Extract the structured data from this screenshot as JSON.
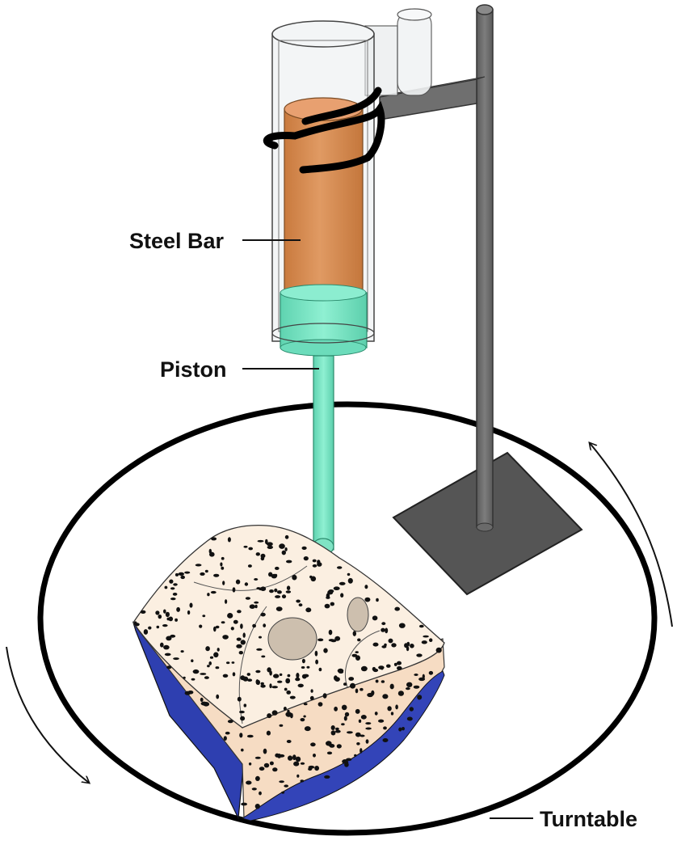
{
  "labels": {
    "steel_bar": "Steel Bar",
    "piston": "Piston",
    "turntable": "Turntable"
  },
  "colors": {
    "steel_bar": "#d98f55",
    "piston": "#7fe3c4",
    "stand": "#6f6f6f",
    "stand_base": "#555555",
    "bone_top": "#fbefe1",
    "bone_side": "#f6dcc3",
    "bone_inner": "#3344b8",
    "tube_glass": "#e9ecee",
    "turntable_outline": "#000000"
  }
}
